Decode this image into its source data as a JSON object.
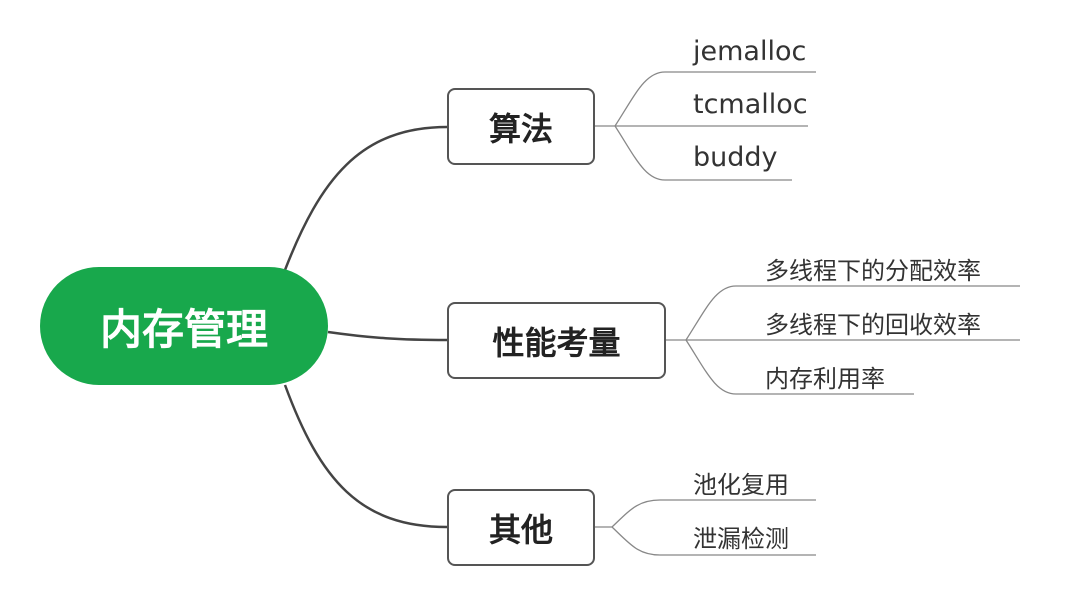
{
  "root": {
    "label": "内存管理",
    "color": "#18a84c"
  },
  "branches": [
    {
      "label": "算法",
      "leaves": [
        "jemalloc",
        "tcmalloc",
        "buddy"
      ]
    },
    {
      "label": "性能考量",
      "leaves": [
        "多线程下的分配效率",
        "多线程下的回收效率",
        "内存利用率"
      ]
    },
    {
      "label": "其他",
      "leaves": [
        "池化复用",
        "泄漏检测"
      ]
    }
  ]
}
